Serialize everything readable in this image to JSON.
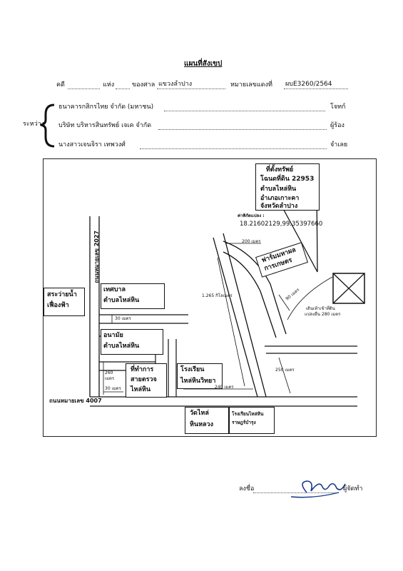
{
  "header": {
    "title": "แผนที่สังเขป",
    "case_label": "คดี",
    "place_label": "แห่ง",
    "court_label": "ของศาล",
    "court_value": "แขวงลำปาง",
    "red_no_label": "หมายเลขแดงที่",
    "red_no_value": "ผบE3260/2564"
  },
  "parties": {
    "between_label": "ระหว่าง",
    "plaintiff": "ธนาคารกสิกรไทย จำกัด (มหาชน)",
    "plaintiff_role": "โจทก์",
    "applicant": "บริษัท บริหารสินทรัพย์ เจเค จำกัด",
    "applicant_role": "ผู้ร้อง",
    "defendant": "นางสาวเจนจิรา เทพวงศ์",
    "defendant_role": "จำเลย"
  },
  "map": {
    "property_box": [
      "ที่ตั้งทรัพย์",
      "โฉนดที่ดิน 22953",
      "ตำบลไหล่หิน",
      "อำเภอเกาะคา",
      "จังหวัดลำปาง"
    ],
    "coord_label": "ค่าพิกัดแปลง :",
    "coord_value": "18.21602129,99.35397660",
    "farm": [
      "ฟาร์มมหาผล",
      "การเกษตร"
    ],
    "dist_200": "200 เมตร",
    "dist_1265": "1.265 กิโลเมตร",
    "dist_90": "90 เมตร",
    "walk_note": [
      "เดินเท้าเข้าที่ดิน",
      "แปลงอื่น 280 เมตร"
    ],
    "sra": [
      "สระว่ายน้ำ",
      "เฟื่องฟ้า"
    ],
    "road_2027": "ถนนหมายเลข 2027",
    "tessaban": [
      "เทศบาล",
      "ตำบลไหล่หิน"
    ],
    "dist_30a": "30 เมตร",
    "anamai": [
      "อนามัย",
      "ตำบลไหล่หิน"
    ],
    "dist_260": [
      "260",
      "เมตร"
    ],
    "dist_30b": "30 เมตร",
    "post_office": [
      "ที่ทำการ",
      "สายตรวจ",
      "ไหล่หิน"
    ],
    "school": [
      "โรงเรียน",
      "ไหล่หินวิทยา"
    ],
    "dist_240": "240 เมตร",
    "dist_250": "250 เมตร",
    "road_4007": "ถนนหมายเลข 4007",
    "wat": [
      "วัดไหล่",
      "หินหลวง"
    ],
    "school2": [
      "โรงเรียนไหล่หิน",
      "ราษฎร์บำรุง"
    ]
  },
  "footer": {
    "sign_label": "ลงชื่อ",
    "sign_role": "ผู้จัดทำ"
  }
}
